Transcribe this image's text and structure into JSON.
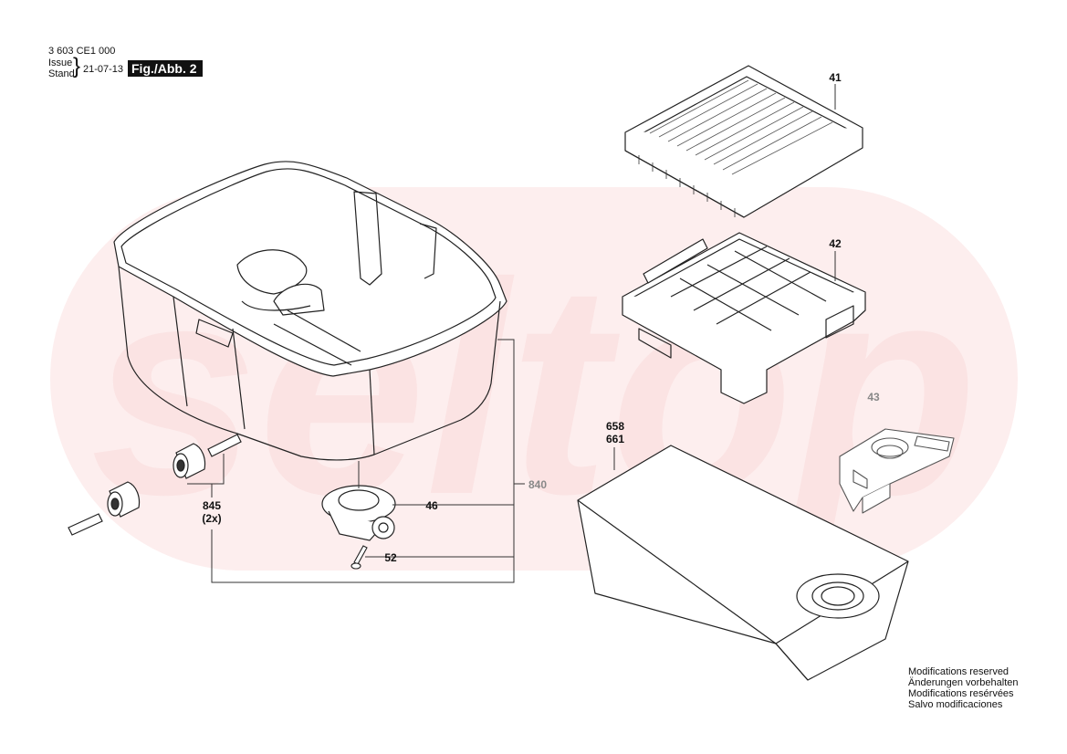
{
  "header": {
    "doc_number": "3 603 CE1 000",
    "issue_label": "Issue",
    "stand_label": "Stand",
    "date": "21-07-13",
    "figure_label": "Fig./Abb. 2"
  },
  "watermark": {
    "text": "seltop",
    "color": "#fbe3e3"
  },
  "callouts": {
    "c41": "41",
    "c42": "42",
    "c43": "43",
    "c46": "46",
    "c52": "52",
    "c658": "658",
    "c661": "661",
    "c840": "840",
    "c845": "845",
    "c845_qty": "(2x)"
  },
  "footer": {
    "line1": "Modifications reserved",
    "line2": "Änderungen vorbehalten",
    "line3": "Modifications resérvées",
    "line4": "Salvo modificaciones"
  }
}
